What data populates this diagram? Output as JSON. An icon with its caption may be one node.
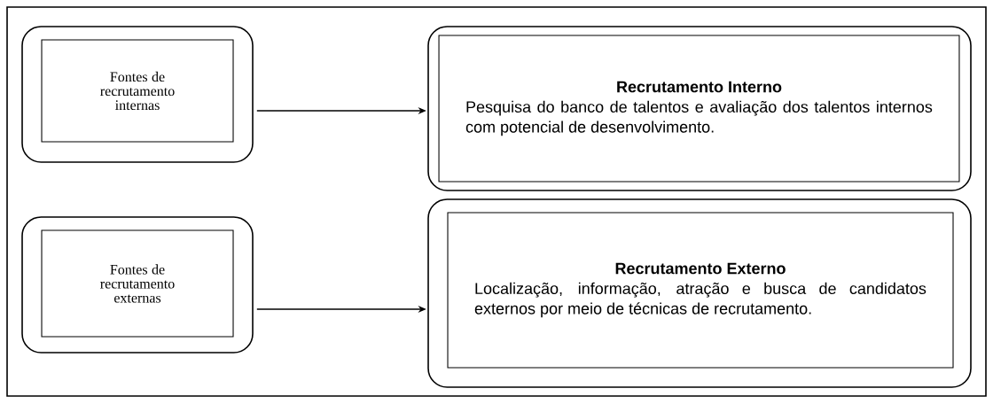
{
  "diagram": {
    "nodes": [
      {
        "text": [],
        "shape": "box"
      },
      {
        "text": [
          "Fontes de recrutamento internas"
        ],
        "in": 0
      },
      {
        "text": [],
        "shape": "box"
      },
      {
        "text": [
          "Recrutamento Interno",
          "Pesquisa do banco de talentos e avaliação dos talentos internos com potencial de desenvolvimento."
        ],
        "in": 2
      },
      {
        "text": [],
        "shape": "box"
      },
      {
        "text": [
          "Fontes de recrutamento externas"
        ],
        "in": 4
      },
      {
        "text": [],
        "shape": "box"
      },
      {
        "text": [
          "Recrutamento Externo",
          "Localização, informação, atração e busca de candidatos externos por meio de técnicas de recrutamento."
        ],
        "in": 6
      }
    ],
    "edges": [
      {
        "from": 0,
        "to": 2,
        "arrow": "to"
      },
      {
        "from": 4,
        "to": 6,
        "arrow": "to"
      }
    ]
  }
}
